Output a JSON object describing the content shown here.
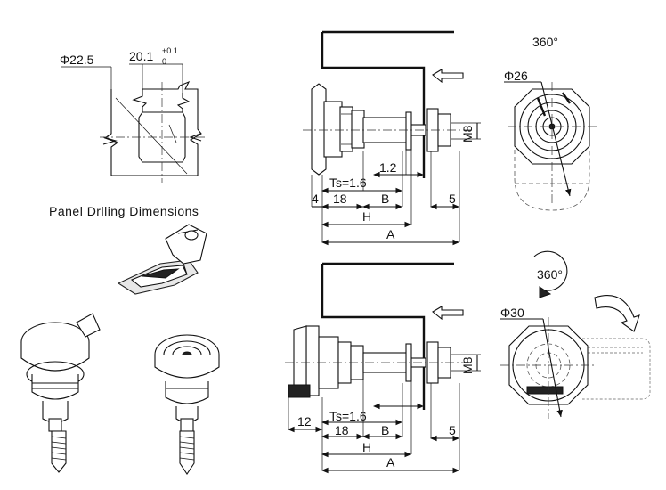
{
  "drilling": {
    "dia": "Φ22.5",
    "width": "20.1",
    "tol_top": "+0.1",
    "tol_bottom": "0",
    "caption": "Panel Drlling Dimensions"
  },
  "top_view": {
    "dim_4": "4",
    "dim_18": "18",
    "dim_12": "1.2",
    "dim_ts": "Ts=1.6",
    "dim_b": "B",
    "dim_h": "H",
    "dim_a": "A",
    "dim_5": "5",
    "dim_m8": "M8",
    "rot": "360°",
    "dia": "Φ26"
  },
  "bottom_view": {
    "dim_12": "12",
    "dim_ts": "Ts=1.6",
    "dim_18": "18",
    "dim_b": "B",
    "dim_h": "H",
    "dim_a": "A",
    "dim_5": "5",
    "dim_m8": "M8",
    "rot": "360°",
    "dia": "Φ30"
  }
}
